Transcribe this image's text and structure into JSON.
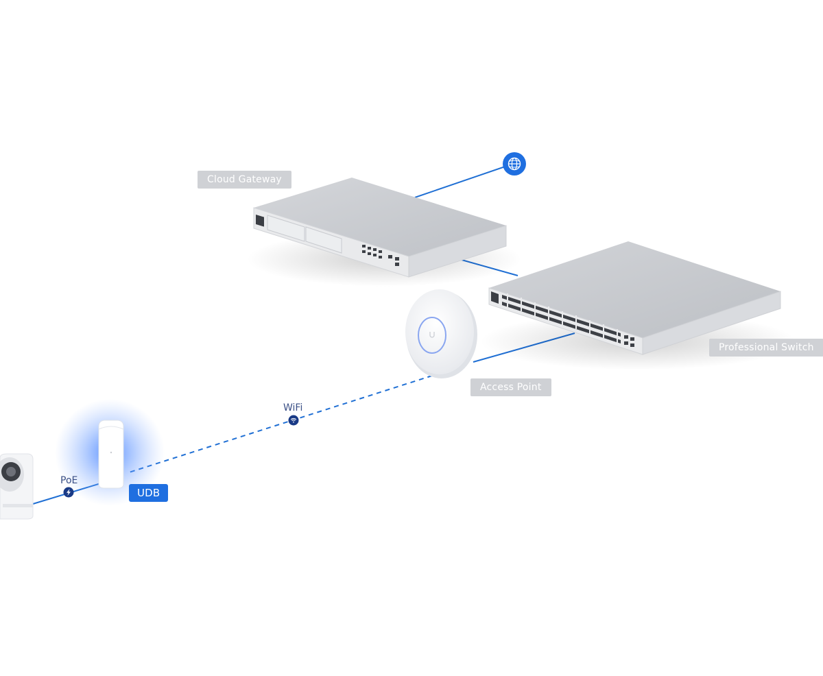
{
  "labels": {
    "cloud_gateway": "Cloud Gateway",
    "professional_switch": "Professional Switch",
    "access_point": "Access Point",
    "udb": "UDB"
  },
  "connections": {
    "wifi": "WiFi",
    "poe": "PoE"
  },
  "icons": {
    "internet": "globe-icon",
    "wifi": "wifi-icon",
    "poe": "lightning-bolt-icon"
  },
  "colors": {
    "link": "#1f6fd4",
    "udb_badge": "#1f6fe0",
    "label_bg": "#cfd1d5"
  }
}
